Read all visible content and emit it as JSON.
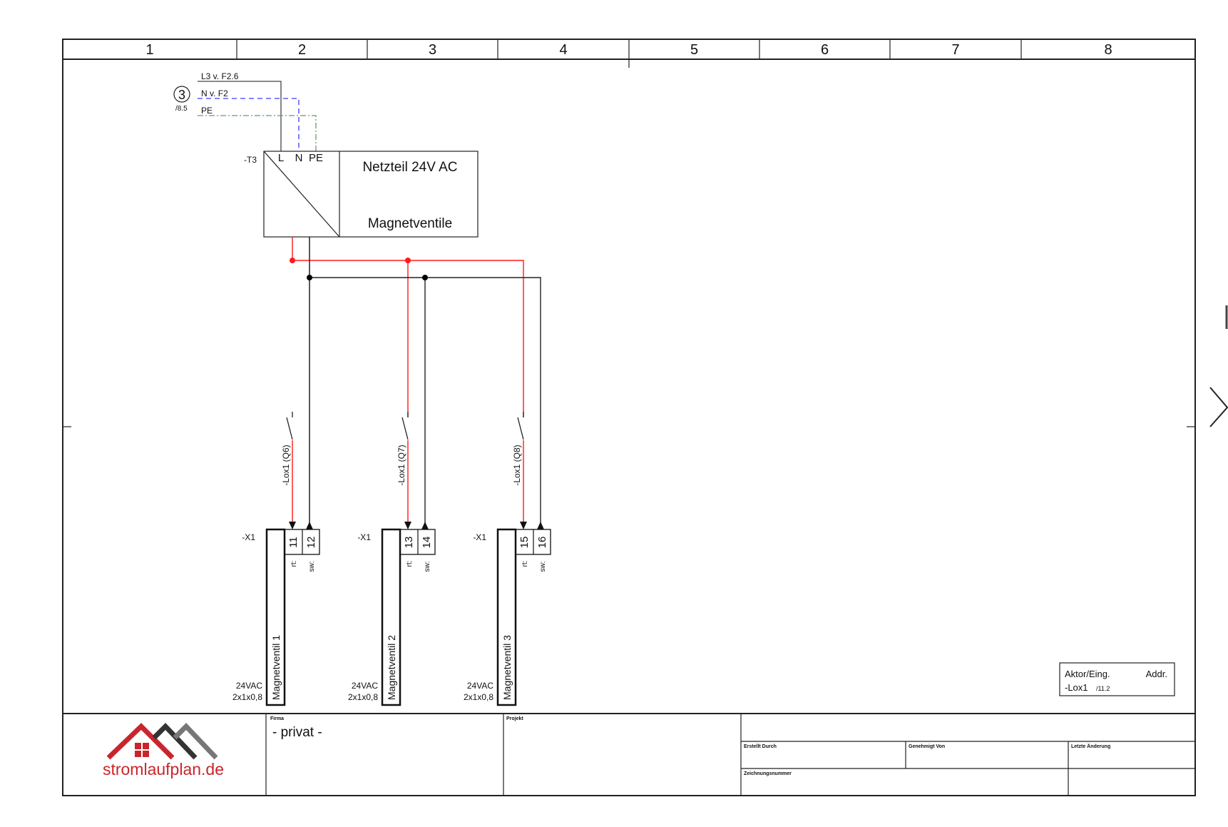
{
  "columns": [
    "1",
    "2",
    "3",
    "4",
    "5",
    "6",
    "7",
    "8"
  ],
  "supply": {
    "ref_number": "3",
    "ref_page": "/8.5",
    "l_label": "L3 v. F2.6",
    "n_label": "N v. F2",
    "pe_label": "PE"
  },
  "power_supply": {
    "tag": "-T3",
    "pin_l": "L",
    "pin_n": "N",
    "pin_pe": "PE",
    "title": "Netzteil 24V AC",
    "subtitle": "Magnetventile"
  },
  "devices": [
    {
      "switch_label": "-Lox1 (Q6)",
      "terminal_tag": "-X1",
      "term_a": "11",
      "term_b": "12",
      "wire_a": "rt:",
      "wire_b": "sw:",
      "name": "Magnetventil 1",
      "voltage": "24VAC",
      "cable": "2x1x0,8"
    },
    {
      "switch_label": "-Lox1 (Q7)",
      "terminal_tag": "-X1",
      "term_a": "13",
      "term_b": "14",
      "wire_a": "rt:",
      "wire_b": "sw:",
      "name": "Magnetventil 2",
      "voltage": "24VAC",
      "cable": "2x1x0,8"
    },
    {
      "switch_label": "-Lox1 (Q8)",
      "terminal_tag": "-X1",
      "term_a": "15",
      "term_b": "16",
      "wire_a": "rt:",
      "wire_b": "sw:",
      "name": "Magnetventil 3",
      "voltage": "24VAC",
      "cable": "2x1x0,8"
    }
  ],
  "legend_box": {
    "col1": "Aktor/Eing.",
    "col2": "Addr.",
    "device": "-Lox1",
    "ref": "/11.2"
  },
  "title_block": {
    "logo_text": "stromlaufplan.de",
    "firma_label": "Firma",
    "firma_value": "- privat -",
    "projekt_label": "Projekt",
    "erstellt_label": "Erstellt Durch",
    "genehmigt_label": "Genehmigt Von",
    "aenderung_label": "Letzte Änderung",
    "zeichnung_label": "Zeichnungsnummer"
  },
  "colors": {
    "live": "#ff1a1a",
    "neutral": "#3b3bff",
    "pe": "#6a9a6a",
    "logo_red": "#c8262c",
    "logo_dark": "#333333",
    "logo_gray": "#777777"
  }
}
